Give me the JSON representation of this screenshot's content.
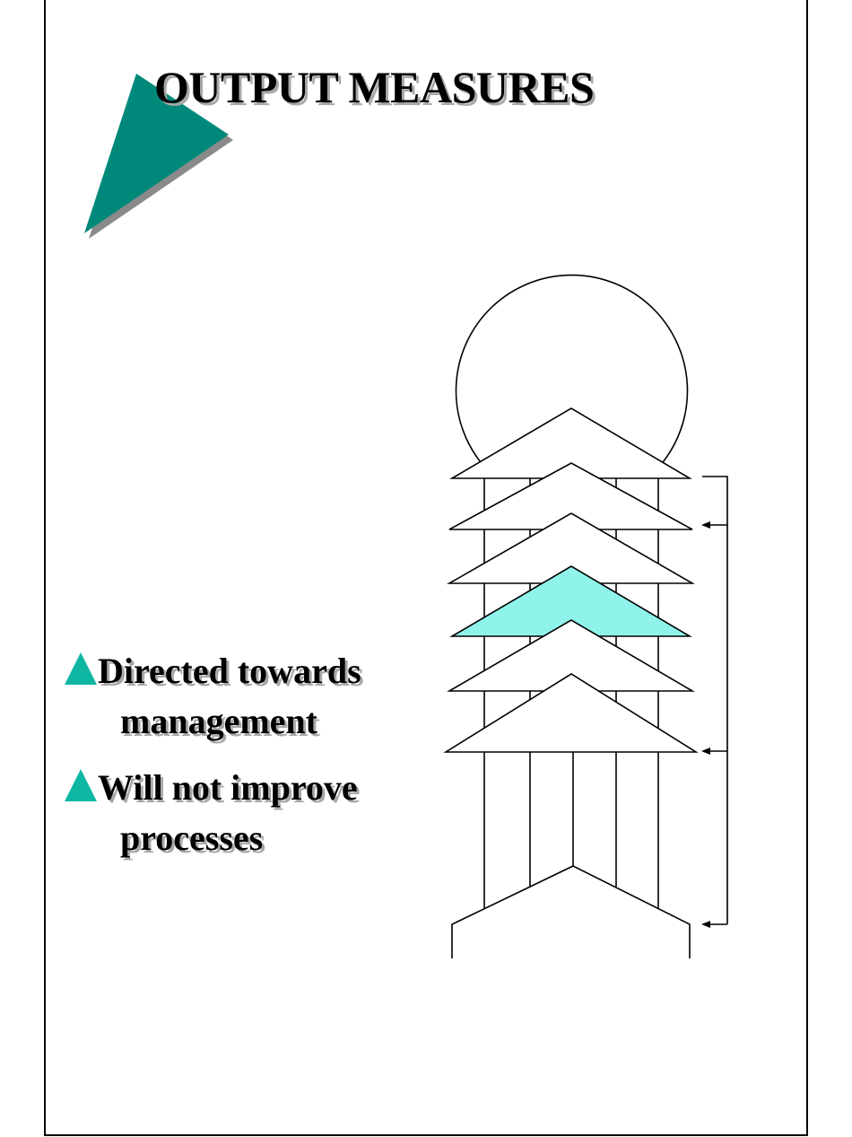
{
  "slide": {
    "title": "OUTPUT MEASURES",
    "accent_color": "#00897b",
    "bullet_color": "#0fb7a3",
    "highlight_color": "#8ff3ea"
  },
  "bullets": [
    {
      "line1": "Directed towards",
      "line2": "management",
      "icon": "triangle-bullet-icon"
    },
    {
      "line1": "Will not improve",
      "line2": "processes",
      "icon": "triangle-bullet-icon"
    }
  ],
  "diagram": {
    "description_icons": [
      "circle-top",
      "stacked-chevrons",
      "vertical-bars",
      "feedback-arrows"
    ],
    "highlighted_chevron_index": 3
  }
}
